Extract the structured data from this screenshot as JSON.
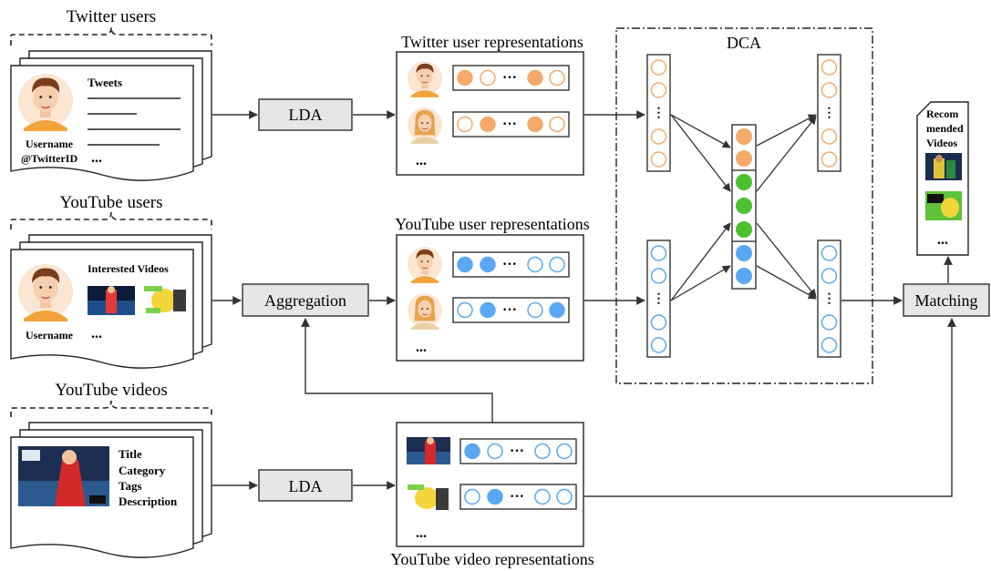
{
  "sections": {
    "twitter_users": "Twitter users",
    "youtube_users": "YouTube users",
    "youtube_videos": "YouTube videos"
  },
  "twitter_card": {
    "header": "Tweets",
    "username": "Username",
    "handle": "@TwitterID",
    "ellipsis": "..."
  },
  "youtube_card": {
    "header": "Interested Videos",
    "username": "Username",
    "ellipsis": "..."
  },
  "video_card": {
    "fields": [
      "Title",
      "Category",
      "Tags",
      "Description"
    ]
  },
  "process": {
    "lda_top": "LDA",
    "aggregation": "Aggregation",
    "lda_bottom": "LDA",
    "matching": "Matching"
  },
  "representations": {
    "twitter_title": "Twitter user representations",
    "youtube_title": "YouTube user representations",
    "video_title": "YouTube video representations",
    "ellipsis": "..."
  },
  "dca": {
    "title": "DCA"
  },
  "recommended": {
    "lines": [
      "Recom",
      "mended",
      "Videos"
    ],
    "ellipsis": "..."
  },
  "colors": {
    "orange": "#f5a96a",
    "blue": "#5aa8f2",
    "green": "#4cc02e",
    "box_fill": "#e6e6e6"
  }
}
